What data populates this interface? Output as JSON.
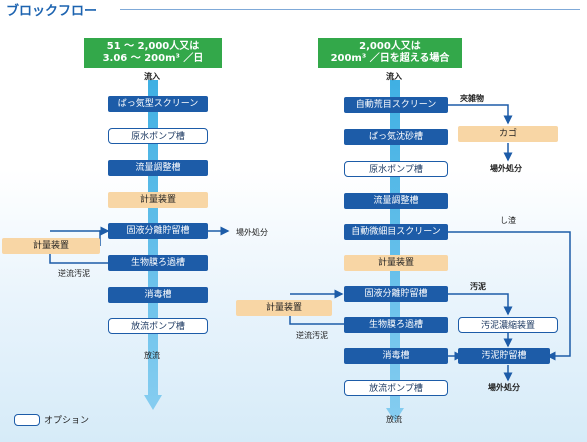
{
  "title": "ブロックフロー",
  "left": {
    "header": [
      "51 ～ 2,000人又は",
      "3.06 ～ 200m³ ／日"
    ],
    "inflow": "流入",
    "steps": [
      "ばっ気型スクリーン",
      "原水ポンプ槽",
      "流量調整槽",
      "計量装置",
      "固液分離貯留槽",
      "生物膜ろ過槽",
      "消毒槽",
      "放流ポンプ槽"
    ],
    "side_meter": "計量装置",
    "backwash": "逆流汚泥",
    "offsite": "場外処分",
    "outflow": "放流"
  },
  "right": {
    "header": [
      "2,000人又は",
      "200m³ ／日を超える場合"
    ],
    "inflow": "流入",
    "steps": [
      "自動荒目スクリーン",
      "ばっ気沈砂槽",
      "原水ポンプ槽",
      "流量調整槽",
      "自動微細目スクリーン",
      "計量装置",
      "固液分離貯留槽",
      "生物膜ろ過槽",
      "消毒槽",
      "放流ポンプ槽"
    ],
    "side_meter": "計量装置",
    "backwash": "逆流汚泥",
    "screenings": "夾雑物",
    "cage": "カゴ",
    "offsite1": "場外処分",
    "residue": "し渣",
    "sludge": "汚泥",
    "thickener": "汚泥濃縮装置",
    "sludge_storage": "汚泥貯留槽",
    "offsite2": "場外処分",
    "outflow": "放流"
  },
  "legend": "オプション"
}
